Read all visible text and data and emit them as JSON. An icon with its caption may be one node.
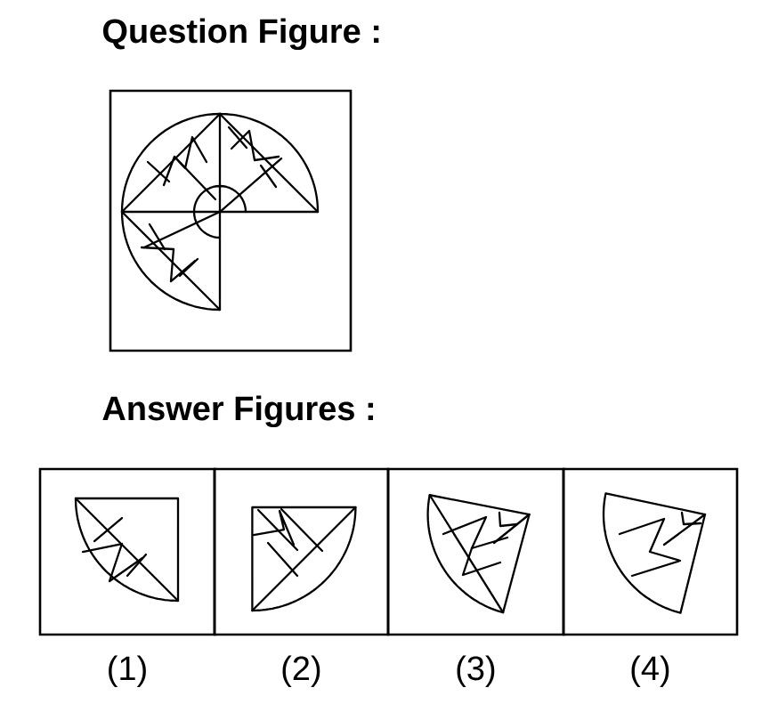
{
  "diagram": {
    "labels": [
      "Question Figure :",
      "Answer Figures :",
      "(1)",
      "(2)",
      "(3)",
      "(4)"
    ]
  }
}
